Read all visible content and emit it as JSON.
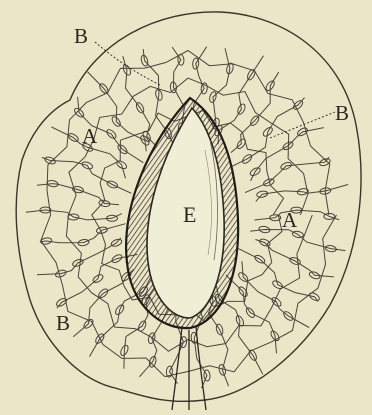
{
  "figure": {
    "paper_color": "#ebe6c8",
    "ink_color": "#2a2620",
    "labels": {
      "center": "E",
      "region_left": "A",
      "region_right": "A",
      "net_top": "B",
      "net_right": "B",
      "net_bottom": "B"
    }
  }
}
